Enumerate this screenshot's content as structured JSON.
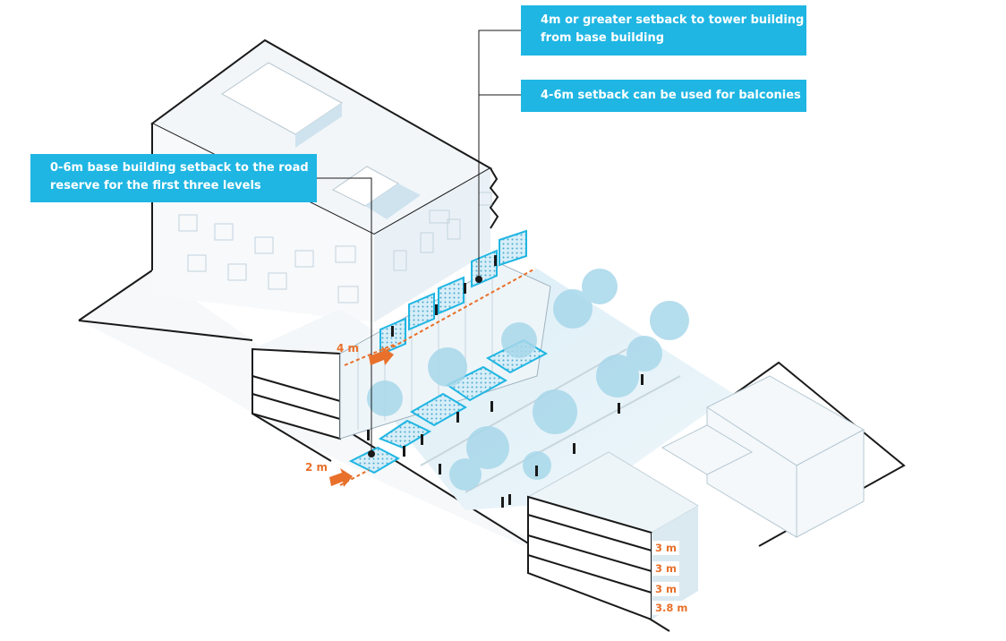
{
  "callouts": {
    "tower_setback": {
      "line1": "4m or greater setback to tower building",
      "line2": "from base building"
    },
    "balconies": {
      "line1": "4-6m setback can be used for balconies"
    },
    "base_setback": {
      "line1": "0-6m base building setback to the road",
      "line2": "reserve for the first three levels"
    }
  },
  "dimensions": {
    "upper_setback": "4 m",
    "lower_setback": "2 m"
  },
  "floor_heights": [
    "3 m",
    "3 m",
    "3 m",
    "3.8 m"
  ],
  "colors": {
    "callout": "#1fb6e3",
    "dimension": "#e8702a",
    "vegetation": "#a8d8ea",
    "outline": "#1a1a1a"
  }
}
